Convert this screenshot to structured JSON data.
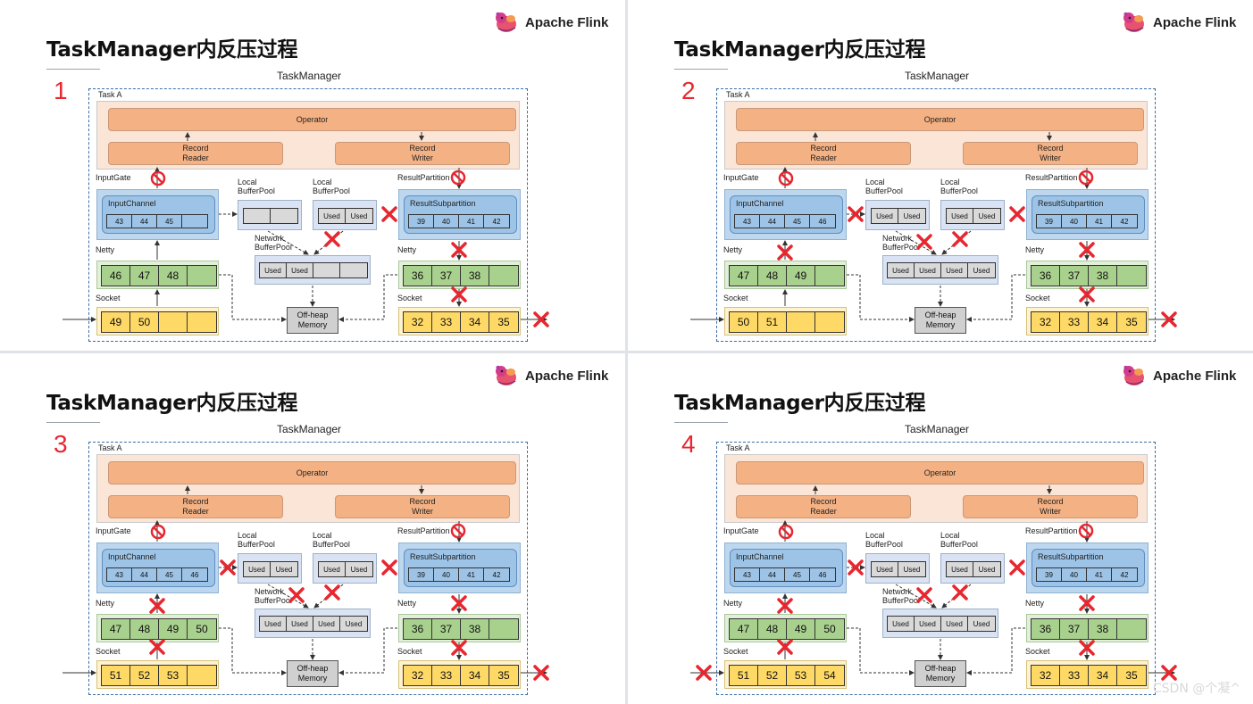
{
  "brand": "Apache Flink",
  "slide_title": "TaskManager内反压过程",
  "task_manager_label": "TaskManager",
  "task_label": "Task A",
  "operator_label": "Operator",
  "record_reader_label": "Record\nReader",
  "record_writer_label": "Record\nWriter",
  "input_gate_label": "InputGate",
  "input_channel_label": "InputChannel",
  "result_partition_label": "ResultPartition",
  "result_subpartition_label": "ResultSubpartition",
  "netty_label": "Netty",
  "socket_label": "Socket",
  "local_buffer_pool_label": "Local\nBufferPool",
  "network_buffer_pool_label": "Network\nBufferPool",
  "offheap_label": "Off-heap\nMemory",
  "used_label": "Used",
  "watermark": "CSDN @个凝^",
  "colors": {
    "step_number": "#e8262f",
    "cross": "#e8262f",
    "operator": "#f4b183",
    "task": "#fbe5d6",
    "netty": "#a9d18e",
    "socket": "#ffd966",
    "channel": "#9dc3e6"
  },
  "slides": [
    {
      "step": "1",
      "input_channel": [
        "43",
        "44",
        "45",
        ""
      ],
      "result_subpartition": [
        "39",
        "40",
        "41",
        "42"
      ],
      "input_netty": [
        "46",
        "47",
        "48",
        ""
      ],
      "output_netty": [
        "36",
        "37",
        "38",
        ""
      ],
      "input_socket": [
        "49",
        "50",
        "",
        ""
      ],
      "output_socket": [
        "32",
        "33",
        "34",
        "35"
      ],
      "local_pool_in": [
        "",
        ""
      ],
      "local_pool_out": [
        "Used",
        "Used"
      ],
      "network_pool": [
        "Used",
        "Used",
        "",
        ""
      ]
    },
    {
      "step": "2",
      "input_channel": [
        "43",
        "44",
        "45",
        "46"
      ],
      "result_subpartition": [
        "39",
        "40",
        "41",
        "42"
      ],
      "input_netty": [
        "47",
        "48",
        "49",
        ""
      ],
      "output_netty": [
        "36",
        "37",
        "38",
        ""
      ],
      "input_socket": [
        "50",
        "51",
        "",
        ""
      ],
      "output_socket": [
        "32",
        "33",
        "34",
        "35"
      ],
      "local_pool_in": [
        "Used",
        "Used"
      ],
      "local_pool_out": [
        "Used",
        "Used"
      ],
      "network_pool": [
        "Used",
        "Used",
        "Used",
        "Used"
      ]
    },
    {
      "step": "3",
      "input_channel": [
        "43",
        "44",
        "45",
        "46"
      ],
      "result_subpartition": [
        "39",
        "40",
        "41",
        "42"
      ],
      "input_netty": [
        "47",
        "48",
        "49",
        "50"
      ],
      "output_netty": [
        "36",
        "37",
        "38",
        ""
      ],
      "input_socket": [
        "51",
        "52",
        "53",
        ""
      ],
      "output_socket": [
        "32",
        "33",
        "34",
        "35"
      ],
      "local_pool_in": [
        "Used",
        "Used"
      ],
      "local_pool_out": [
        "Used",
        "Used"
      ],
      "network_pool": [
        "Used",
        "Used",
        "Used",
        "Used"
      ]
    },
    {
      "step": "4",
      "input_channel": [
        "43",
        "44",
        "45",
        "46"
      ],
      "result_subpartition": [
        "39",
        "40",
        "41",
        "42"
      ],
      "input_netty": [
        "47",
        "48",
        "49",
        "50"
      ],
      "output_netty": [
        "36",
        "37",
        "38",
        ""
      ],
      "input_socket": [
        "51",
        "52",
        "53",
        "54"
      ],
      "output_socket": [
        "32",
        "33",
        "34",
        "35"
      ],
      "local_pool_in": [
        "Used",
        "Used"
      ],
      "local_pool_out": [
        "Used",
        "Used"
      ],
      "network_pool": [
        "Used",
        "Used",
        "Used",
        "Used"
      ]
    }
  ]
}
